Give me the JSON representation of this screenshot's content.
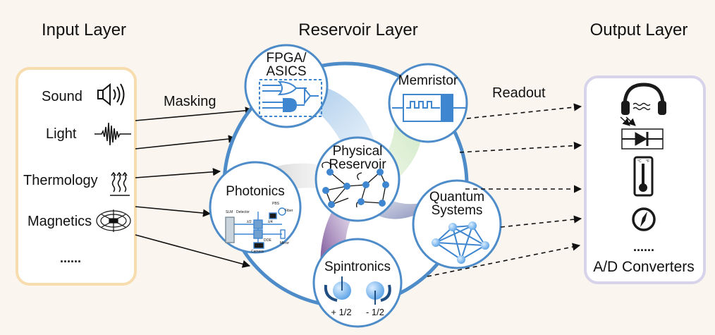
{
  "headers": {
    "input": "Input Layer",
    "reservoir": "Reservoir Layer",
    "output": "Output Layer"
  },
  "input_items": {
    "sound": "Sound",
    "light": "Light",
    "thermology": "Thermology",
    "magnetics": "Magnetics",
    "more": "......"
  },
  "arrow_labels": {
    "masking": "Masking",
    "readout": "Readout"
  },
  "nodes": {
    "fpga_line1": "FPGA/",
    "fpga_line2": "ASICS",
    "memristor": "Memristor",
    "center_line1": "Physical",
    "center_line2": "Reservoir",
    "photonics": "Photonics",
    "quantum_line1": "Quantum",
    "quantum_line2": "Systems",
    "spintronics": "Spintronics",
    "spin_plus": "+ 1/2",
    "spin_minus": "- 1/2"
  },
  "photonics_labels": {
    "slm": "SLM",
    "detector": "Detector",
    "pbs": "PBS",
    "fiber": "Fiber",
    "half_wave": "λ/2",
    "quarter_wave": "λ/4",
    "dos": "DOE",
    "camera": "Camera",
    "mirror": "Mirror"
  },
  "output_items": {
    "more": "......",
    "converters": "A/D Converters"
  },
  "icons": [
    "speaker-icon",
    "light-wave-icon",
    "heat-icon",
    "magnetic-field-icon",
    "headphones-icon",
    "photodiode-icon",
    "thermometer-icon",
    "compass-icon"
  ],
  "colors": {
    "background": "#faf5ee",
    "input_box_border": "#f7dcae",
    "output_box_border": "#d6d3ea",
    "ring": "#4e8cc9",
    "node_border": "#4e8cc9",
    "node_dot": "#3f86d0",
    "icon_dark": "#1a1a1a"
  }
}
